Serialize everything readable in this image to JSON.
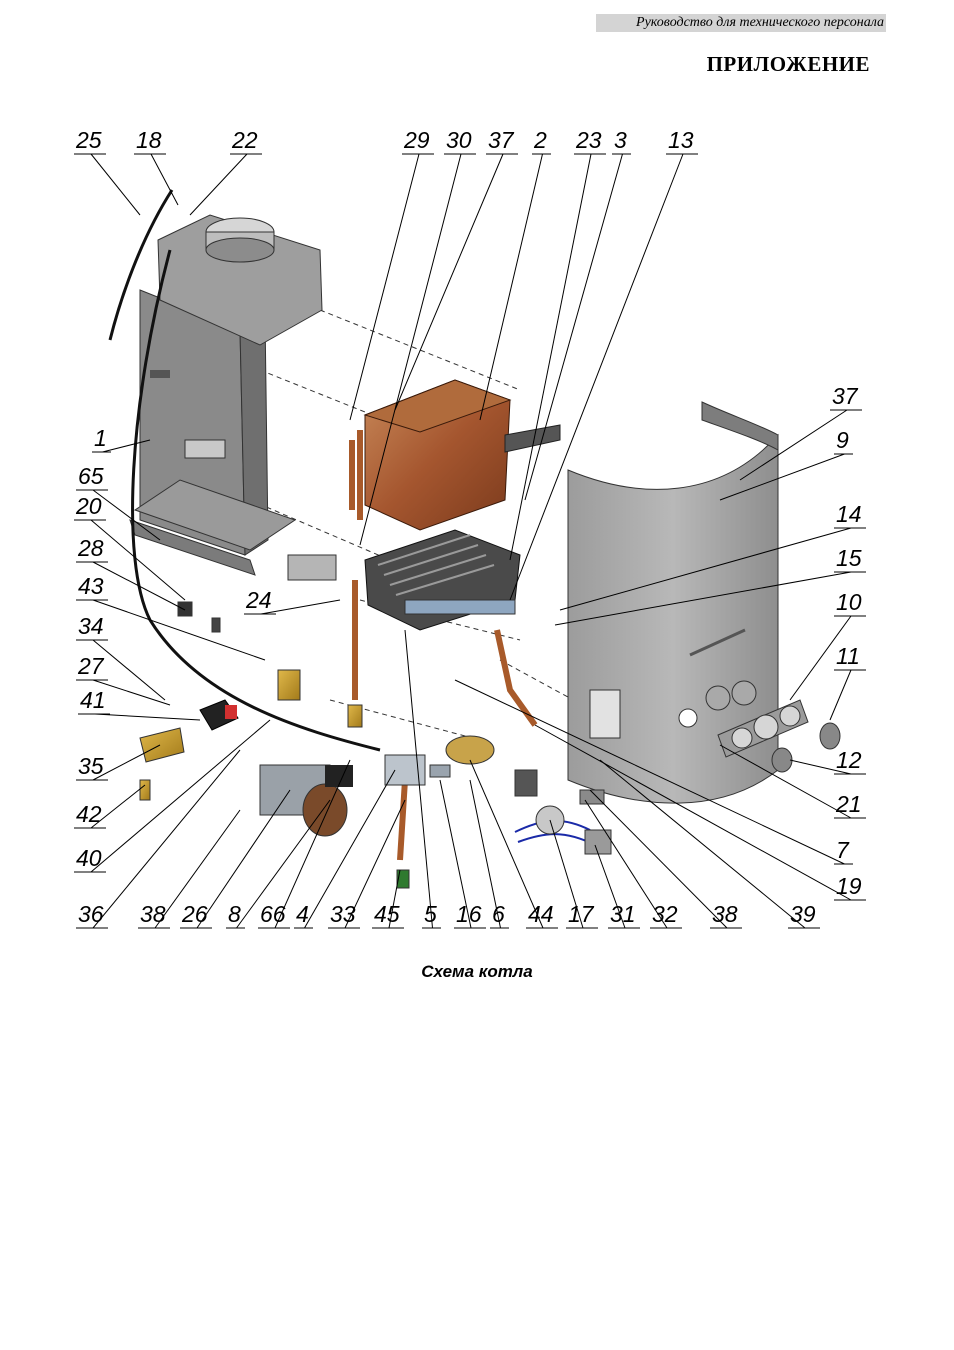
{
  "header": {
    "running_title": "Руководство для  технического персонала"
  },
  "section_title": "ПРИЛОЖЕНИЕ",
  "figure": {
    "caption": "Схема котла",
    "callouts_top": [
      "25",
      "18",
      "22",
      "29",
      "30",
      "37",
      "2",
      "23",
      "3",
      "13"
    ],
    "callouts_left": [
      "1",
      "65",
      "20",
      "28",
      "43",
      "34",
      "27",
      "41",
      "35",
      "42",
      "40"
    ],
    "callouts_right": [
      "37",
      "9",
      "14",
      "15",
      "10",
      "11",
      "12",
      "21",
      "7",
      "19"
    ],
    "callout_inner": "24",
    "callouts_bottom": [
      "36",
      "38",
      "26",
      "8",
      "66",
      "4",
      "33",
      "45",
      "5",
      "16",
      "6",
      "44",
      "17",
      "31",
      "32",
      "38",
      "39"
    ]
  }
}
